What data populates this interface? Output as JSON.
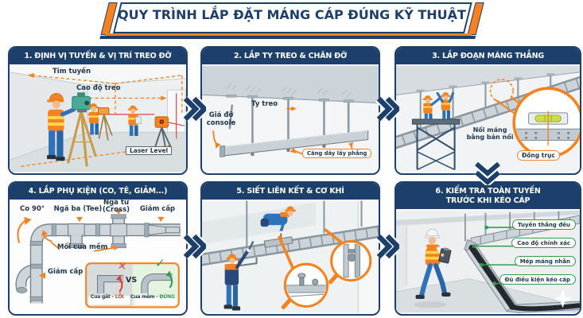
{
  "title": "QUY TRÌNH LẮP ĐẶT MÁNG CÁP ĐÚNG KỸ THUẬT",
  "colors": {
    "navy": "#1c3f6b",
    "orange": "#f5821f",
    "red": "#e03c31",
    "green": "#2f9e4f",
    "laser_red": "#e8443b",
    "steel": "#cdd5da"
  },
  "icons": {
    "error": "✕",
    "success": "✓"
  },
  "panels": {
    "p1": {
      "title": "1. ĐỊNH VỊ TUYẾN & VỊ TRÍ TREO ĐỠ",
      "labels": {
        "tim_tuyen": "Tim tuyến",
        "cao_do_treo": "Cao độ treo",
        "laser_level": "Laser Level"
      }
    },
    "p2": {
      "title": "2. LẮP TY TREO & CHÂN ĐỠ",
      "labels": {
        "ty_treo": "Ty treo",
        "gia_do_console": "Giá đỡ console",
        "cang_day": "Căng dây lấy phẳng"
      }
    },
    "p3": {
      "title": "3. LẮP ĐOẠN MÁNG THẲNG",
      "labels": {
        "noi_mang_line1": "Nối máng",
        "noi_mang_line2": "bằng bản nối",
        "dong_truc": "Đồng trục"
      }
    },
    "p4": {
      "title": "4. LẮP PHỤ KIỆN (CO, TÊ, GIẢM...)",
      "labels": {
        "co_90": "Co 90°",
        "nga_ba": "Ngã ba (Tee)",
        "nga_tu_line1": "Ngã tư",
        "nga_tu_line2": "(Cross)",
        "giam_cap_top": "Giảm cấp",
        "moi_cua_mem": "Mối cua mềm",
        "giam_cap_left": "Giảm cấp",
        "vs": "VS",
        "bad_prefix": "Cua gắt -",
        "bad_tag": "LỖI",
        "good_prefix": "Cua mềm -",
        "good_tag": "ĐÚNG"
      }
    },
    "p5": {
      "title": "5. SIẾT LIÊN KẾT & CƠ KHÍ"
    },
    "p6": {
      "title_line1": "6. KIỂM TRA TOÀN TUYẾN",
      "title_line2": "TRƯỚC KHI KÉO CÁP",
      "checks": [
        "Tuyến thẳng đều",
        "Cao độ chính xác",
        "Mép máng nhẵn",
        "Đủ điều kiện kéo cáp"
      ]
    }
  }
}
